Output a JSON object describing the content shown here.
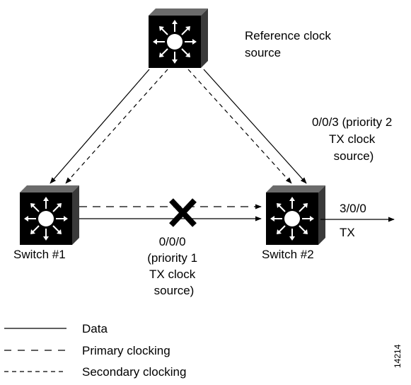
{
  "nodes": {
    "reference": {
      "label_lines": [
        "Reference clock",
        "source"
      ]
    },
    "switch1": {
      "label": "Switch #1"
    },
    "switch2": {
      "label": "Switch #2"
    }
  },
  "port_labels": {
    "secondary_source": {
      "lines": [
        "0/0/3 (priority 2",
        "TX clock",
        "source)"
      ]
    },
    "primary_source": {
      "lines": [
        "0/0/0",
        "(priority 1",
        "TX clock",
        "source)"
      ]
    },
    "output_port": {
      "lines": [
        "3/0/0",
        "TX"
      ]
    }
  },
  "legend": [
    {
      "style": "solid",
      "label": "Data"
    },
    {
      "style": "long-dash",
      "label": "Primary clocking"
    },
    {
      "style": "short-dash",
      "label": "Secondary clocking"
    }
  ],
  "figure_number": "14214",
  "colors": {
    "switch_fill": "#000000",
    "switch_side": "#3a3a3a",
    "line": "#000000",
    "background": "#ffffff"
  },
  "icons": {
    "switch": "multilayer-switch-icon",
    "failure": "x-cross-icon"
  }
}
